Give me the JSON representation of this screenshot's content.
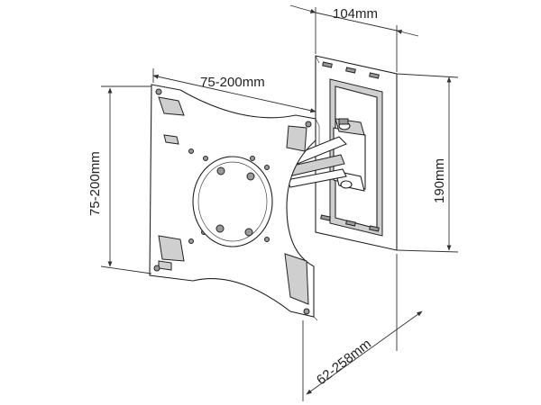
{
  "diagram": {
    "dimensions": {
      "top_width": "104mm",
      "plate_width": "75-200mm",
      "plate_height": "75-200mm",
      "wall_height": "190mm",
      "arm_reach": "62-258mm"
    },
    "colors": {
      "line": "#333333",
      "shade": "#cfcfcf",
      "dark": "#9a9a9a",
      "background": "#ffffff"
    }
  }
}
